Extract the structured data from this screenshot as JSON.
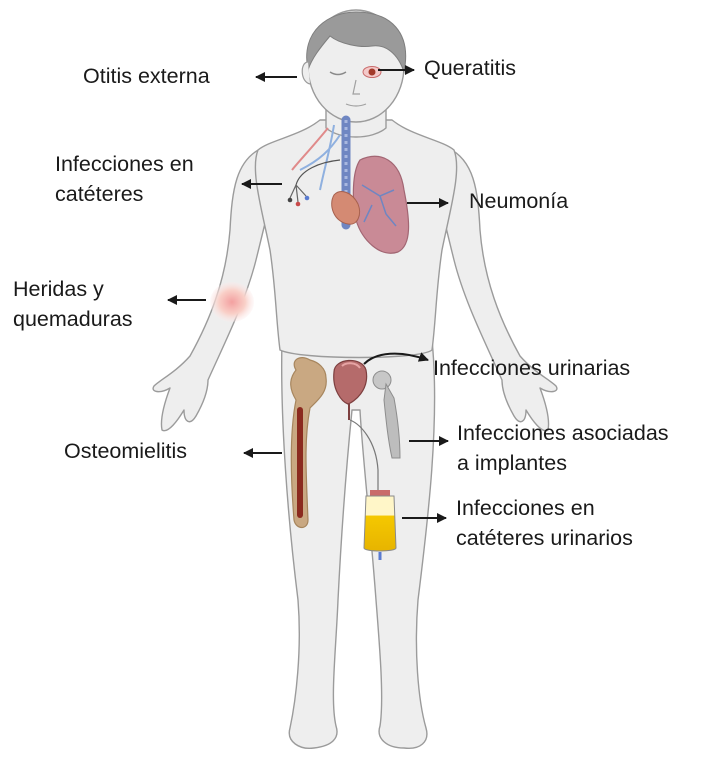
{
  "labels": {
    "otitis": "Otitis externa",
    "queratitis": "Queratitis",
    "cateteres_1": "Infecciones en",
    "cateteres_2": "catéteres",
    "neumonia": "Neumonía",
    "heridas_1": "Heridas y",
    "heridas_2": "quemaduras",
    "urinarias": "Infecciones urinarias",
    "osteomielitis": "Osteomielitis",
    "implantes_1": "Infecciones asociadas",
    "implantes_2": "a implantes",
    "cat_urinarios_1": "Infecciones en",
    "cat_urinarios_2": "catéteres urinarios"
  },
  "colors": {
    "body_fill": "#eeeeee",
    "body_outline": "#9b9b9b",
    "hair": "#9a9a9a",
    "lung": "#c98a96",
    "airway": "#6f86c2",
    "bone": "#c9a882",
    "marrow": "#8b2a1f",
    "bladder": "#b56b6b",
    "urine": "#f2c400",
    "arrow": "#1a1a1a"
  }
}
